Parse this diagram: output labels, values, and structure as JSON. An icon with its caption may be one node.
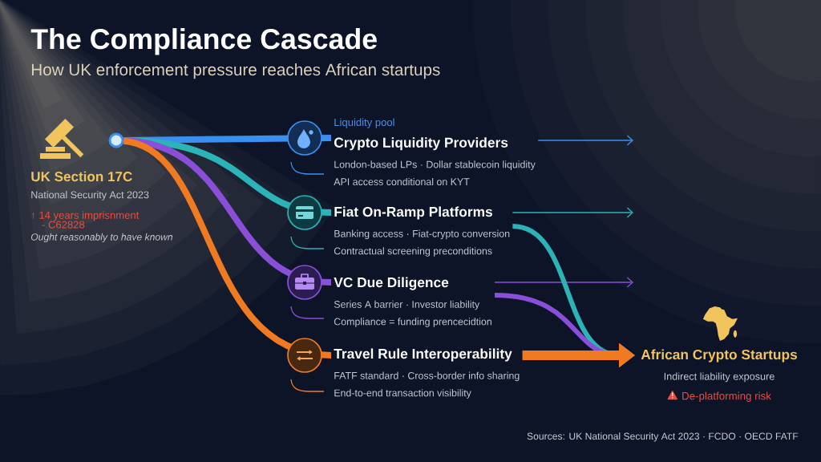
{
  "diagram": {
    "title": "The Compliance Cascade",
    "labels": [
      "How UK enforcement pressure reaches African startups"
    ],
    "caption": "Sources: UK National Security Act 2023 · FCDO · OECD FATF",
    "nodes": [
      {
        "text": [
          "UK Section 17C",
          "National Security Act 2023",
          "↑ 14 years imprisnment - C62828",
          "Ought reasonably to have known"
        ]
      },
      {
        "text": [],
        "shape": "circle"
      },
      {
        "text": [
          "Liquidity pool",
          "Crypto Liquidity Providers",
          "London-based LPs · Dollar stablecoin liquidity",
          "API access conditional on KYT"
        ]
      },
      {
        "text": [
          "Fiat On-Ramp Platforms",
          "Banking access · Fiat-crypto conversion",
          "Contractual screening preconditions"
        ]
      },
      {
        "text": [
          "VC Due Diligence",
          "Series A barrier · Investor liability",
          "Compliance = funding prencecidtion"
        ]
      },
      {
        "text": [
          "Travel Rule Interoperability",
          "FATF standard · Cross-border info sharing",
          "End-to-end transaction visibility"
        ]
      },
      {
        "text": [
          "African Crypto Startups",
          "Indirect liability exposure",
          "De-platforming risk"
        ]
      }
    ],
    "edges": [
      {
        "from": 1,
        "to": 2,
        "arrow": "none",
        "color": "#3b8ff0"
      },
      {
        "from": 1,
        "to": 3,
        "arrow": "none",
        "color": "#2bb3b8"
      },
      {
        "from": 1,
        "to": 4,
        "arrow": "none",
        "color": "#8a4fd8"
      },
      {
        "from": 1,
        "to": 5,
        "arrow": "none",
        "color": "#f07a22"
      },
      {
        "from": 2,
        "to": null,
        "arrow": "to",
        "color": "#3b8ff0"
      },
      {
        "from": 3,
        "to": null,
        "arrow": "to",
        "color": "#2bb3b8"
      },
      {
        "from": 4,
        "to": null,
        "arrow": "to",
        "color": "#8a4fd8"
      },
      {
        "from": 3,
        "to": 6,
        "arrow": "to",
        "color": "#2bb3b8"
      },
      {
        "from": 4,
        "to": 6,
        "arrow": "to",
        "color": "#8a4fd8"
      },
      {
        "from": 5,
        "to": 6,
        "arrow": "to",
        "style": "thick",
        "color": "#f07a22"
      }
    ]
  }
}
